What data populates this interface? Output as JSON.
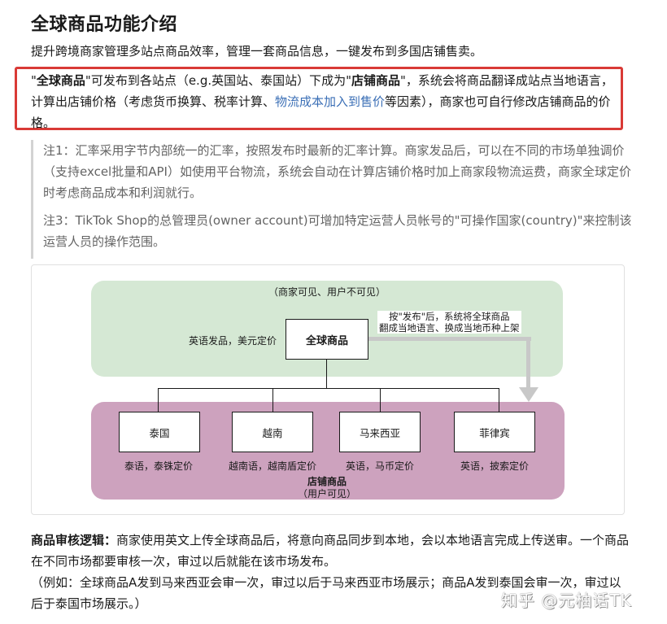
{
  "article": {
    "title": "全球商品功能介绍",
    "intro": "提升跨境商家管理多站点商品效率，管理一套商品信息，一键发布到多国店铺售卖。",
    "highlight": {
      "q1": "\"",
      "bold1": "全球商品",
      "part1": "\"可发布到各站点（e.g.英国站、泰国站）下成为\"",
      "bold2": "店铺商品",
      "part2": "\"，系统会将商品翻译成站点当地语言，计算出店铺价格（考虑货币换算、税率计算、",
      "link": "物流成本加入到售价",
      "part3": "等因素），商家也可自行修改店铺商品的价格。",
      "border_color": "#d93a36",
      "link_color": "#3b6fb6"
    },
    "notes": [
      "注1：汇率采用字节内部统一的汇率，按照发布时最新的汇率计算。商家发品后，可以在不同的市场单独调价（支持excel批量和API）如使用平台物流，系统会自动在计算店铺价格时加上商家段物流运费，商家全球定价时考虑商品成本和利润就行。",
      "注3：TikTok Shop的总管理员(owner account)可增加特定运营人员帐号的\"可操作国家(country)\"来控制该运营人员的操作范围。"
    ],
    "review": {
      "label": "商品审核逻辑：",
      "text1": "商家使用英文上传全球商品后，将意向商品同步到本地，会以本地语言完成上传送审。一个商品在不同市场都要审核一次，审过以后就能在该市场发布。",
      "text2": "（例如：全球商品A发到马来西亚会审一次，审过以后于马来西亚市场展示；商品A发到泰国会审一次，审过以后于泰国市场展示。）"
    },
    "watermark": "知乎 @元柚话TK"
  },
  "diagram": {
    "top_caption": "（商家可见、用户不可见）",
    "global_label": "英语发品，美元定价",
    "global_box": "全球商品",
    "publish_note_line1": "按\"发布\"后，系统将全球商品",
    "publish_note_line2": "翻成当地语言、换成当地币种上架",
    "countries": [
      {
        "name": "泰国",
        "caption": "泰语，泰铢定价"
      },
      {
        "name": "越南",
        "caption": "越南语，越南盾定价"
      },
      {
        "name": "马来西亚",
        "caption": "英语，马币定价"
      },
      {
        "name": "菲律宾",
        "caption": "英语，披索定价"
      }
    ],
    "store_title": "店铺商品",
    "store_sub": "（用户可见）",
    "colors": {
      "green_zone": "#d5e8d4",
      "purple_zone": "#cda2be",
      "arrow": "#c8c8c8"
    }
  }
}
